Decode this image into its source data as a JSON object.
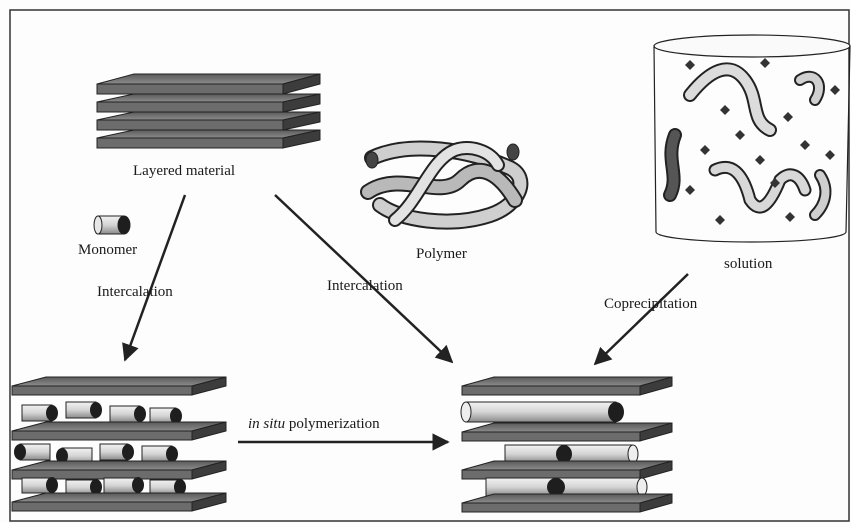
{
  "labels": {
    "layered_material": "Layered material",
    "monomer": "Monomer",
    "polymer": "Polymer",
    "solution": "solution",
    "intercalation_left": "Intercalation",
    "intercalation_center": "Intercalation",
    "coprecipitation": "Coprecipitation",
    "in_situ": "in situ",
    "polymerization": " polymerization"
  }
}
